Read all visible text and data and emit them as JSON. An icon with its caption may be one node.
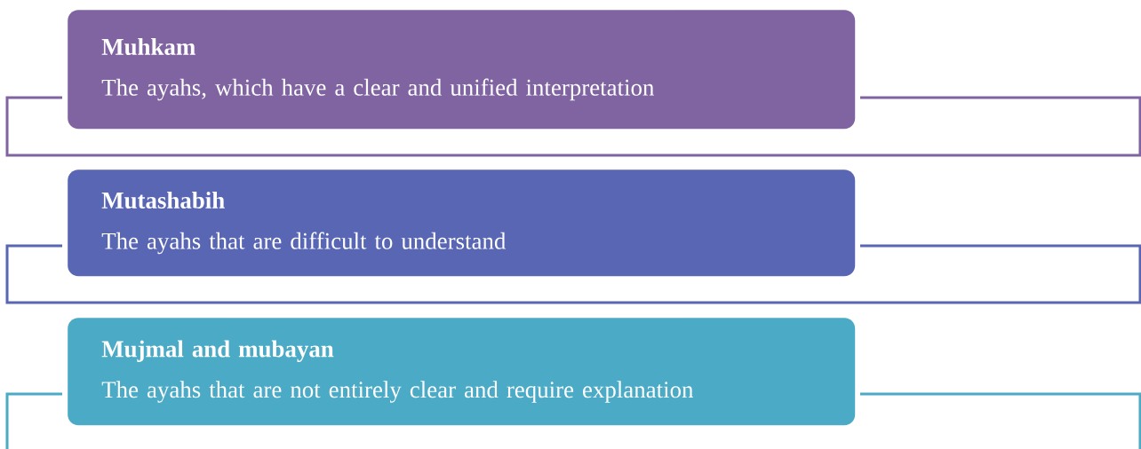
{
  "diagram": {
    "nodes": [
      {
        "text": [
          "Muhkam",
          "The ayahs, which have a clear and unified interpretation"
        ]
      },
      {
        "text": [
          "Mutashabih",
          "The ayahs that are difficult to understand"
        ]
      },
      {
        "text": [
          "Mujmal and mubayan",
          "The ayahs that are not entirely clear and require explanation"
        ]
      }
    ]
  }
}
